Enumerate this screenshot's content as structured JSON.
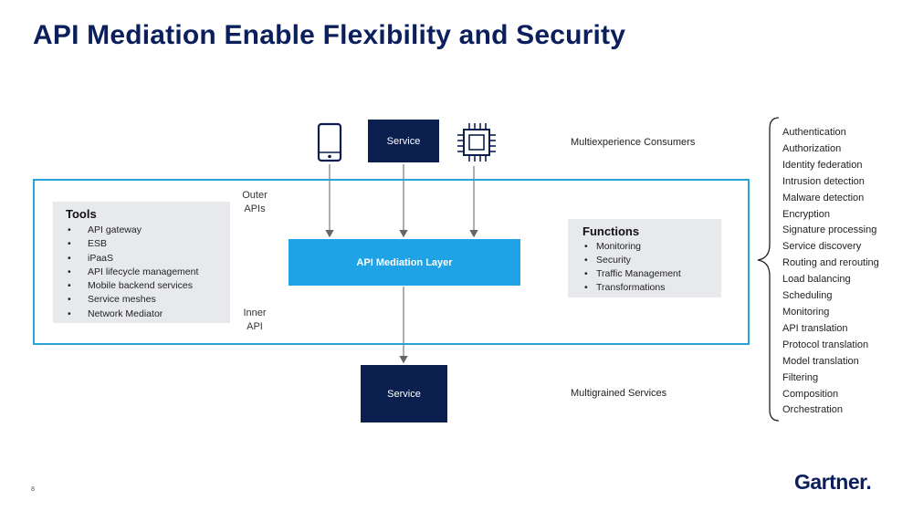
{
  "title": "API Mediation Enable Flexibility and Security",
  "service_top": "Service",
  "service_bottom": "Service",
  "mediation_layer": "API Mediation Layer",
  "outer_label": [
    "Outer",
    "APIs"
  ],
  "inner_label": [
    "Inner",
    "API"
  ],
  "consumers_label": "Multiexperience Consumers",
  "services_label": "Multigrained Services",
  "tools": {
    "heading": "Tools",
    "items": [
      "API gateway",
      "ESB",
      "iPaaS",
      "API lifecycle management",
      "Mobile backend services",
      "Service meshes",
      "Network Mediator"
    ]
  },
  "functions": {
    "heading": "Functions",
    "items": [
      "Monitoring",
      "Security",
      "Traffic Management",
      "Transformations"
    ]
  },
  "capabilities": [
    "Authentication",
    "Authorization",
    "Identity federation",
    "Intrusion detection",
    "Malware detection",
    "Encryption",
    "Signature processing",
    "Service discovery",
    "Routing and rerouting",
    "Load balancing",
    "Scheduling",
    "Monitoring",
    "API translation",
    "Protocol translation",
    "Model translation",
    "Filtering",
    "Composition",
    "Orchestration"
  ],
  "page_number": "8",
  "logo": "Gartner.",
  "icons": {
    "top_left": "smartphone-icon",
    "top_right": "chip-icon"
  },
  "colors": {
    "navy": "#0b1f4f",
    "accent": "#1fa2e6",
    "frame": "#2aa3d8",
    "panel": "#e7e9ec"
  }
}
